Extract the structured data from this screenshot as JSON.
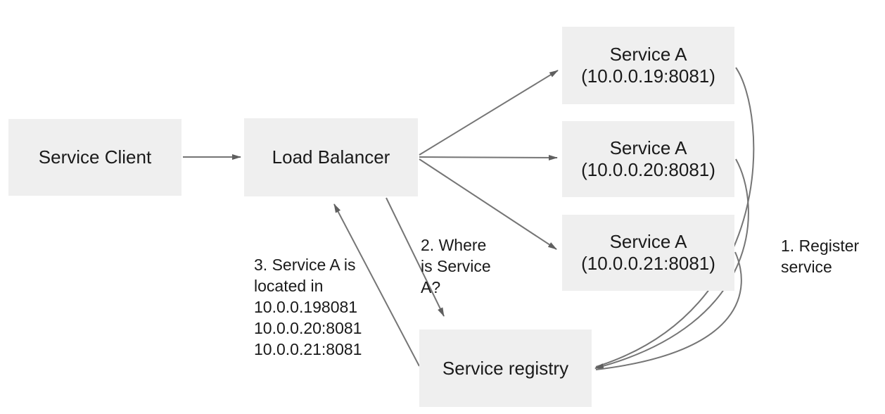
{
  "nodes": {
    "service_client": {
      "label": "Service Client"
    },
    "load_balancer": {
      "label": "Load Balancer"
    },
    "service_a_1": {
      "label": "Service A",
      "address": "(10.0.0.19:8081)"
    },
    "service_a_2": {
      "label": "Service A",
      "address": "(10.0.0.20:8081)"
    },
    "service_a_3": {
      "label": "Service A",
      "address": "(10.0.0.21:8081)"
    },
    "service_registry": {
      "label": "Service registry"
    }
  },
  "annotations": {
    "register_service": {
      "lines": [
        "1. Register",
        "service"
      ]
    },
    "where_is_service": {
      "lines": [
        "2. Where",
        "is Service",
        "A?"
      ]
    },
    "service_located": {
      "lines": [
        "3. Service A is",
        "located in",
        "10.0.0.198081",
        "10.0.0.20:8081",
        "10.0.0.21:8081"
      ]
    }
  },
  "colors": {
    "background": "#ffffff",
    "node_fill": "#efefef",
    "line": "#757575",
    "arrowhead": "#5f5f5f",
    "text": "#1a1a1a"
  }
}
